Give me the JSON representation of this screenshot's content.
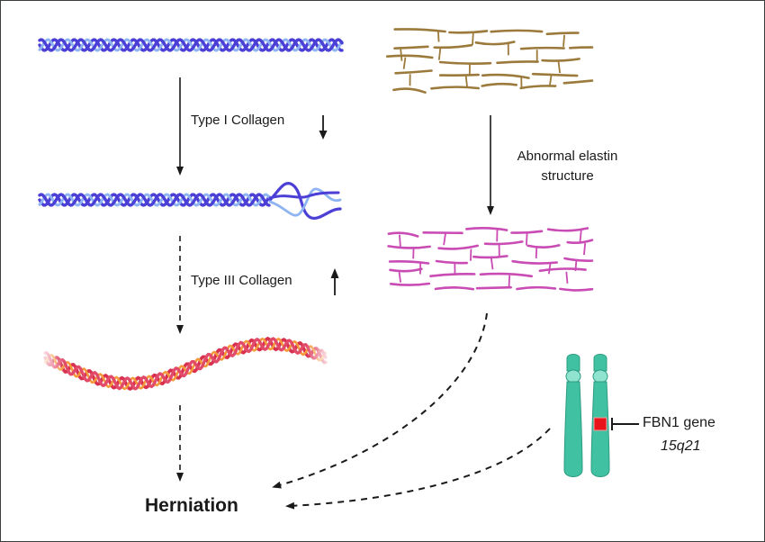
{
  "diagram": {
    "labels": {
      "type1_collagen": "Type I Collagen",
      "type3_collagen": "Type III Collagen",
      "elastin_line1": "Abnormal elastin",
      "elastin_line2": "structure",
      "outcome": "Herniation",
      "gene": "FBN1 gene",
      "locus": "15q21"
    },
    "indicators": {
      "type1_collagen": "decrease",
      "type3_collagen": "increase"
    },
    "colors": {
      "collagen_dark": "#4b3fd6",
      "collagen_light": "#8fb4f2",
      "elastin_normal": "#9c7a3c",
      "elastin_abnormal": "#c94bb4",
      "type3_dark": "#d8304f",
      "type3_light": "#f59a3a",
      "chromosome": "#3fc1a2",
      "chromosome_light": "#8fe3cf",
      "gene_mark": "#e8141a",
      "arrow": "#1a1a1a"
    },
    "nodes": [
      {
        "id": "normal-collagen",
        "description": "Normal collagen triple helix"
      },
      {
        "id": "frayed-collagen",
        "description": "Collagen helix with unravelled end"
      },
      {
        "id": "type3-collagen",
        "description": "Wavy type III collagen fibre"
      },
      {
        "id": "normal-elastin",
        "description": "Normal elastin mesh"
      },
      {
        "id": "abnormal-elastin",
        "description": "Abnormal elastin mesh"
      },
      {
        "id": "chromosome-pair",
        "description": "Chromosome 15 pair"
      },
      {
        "id": "herniation",
        "description": "Herniation"
      }
    ],
    "edges": [
      {
        "from": "normal-collagen",
        "to": "frayed-collagen",
        "style": "solid",
        "label": "Type I Collagen"
      },
      {
        "from": "frayed-collagen",
        "to": "type3-collagen",
        "style": "dashed",
        "label": "Type III Collagen"
      },
      {
        "from": "type3-collagen",
        "to": "herniation",
        "style": "dashed",
        "label": ""
      },
      {
        "from": "normal-elastin",
        "to": "abnormal-elastin",
        "style": "solid",
        "label": "Abnormal elastin structure"
      },
      {
        "from": "abnormal-elastin",
        "to": "herniation",
        "style": "dashed",
        "label": ""
      },
      {
        "from": "chromosome-pair",
        "to": "herniation",
        "style": "dashed",
        "label": ""
      }
    ]
  }
}
